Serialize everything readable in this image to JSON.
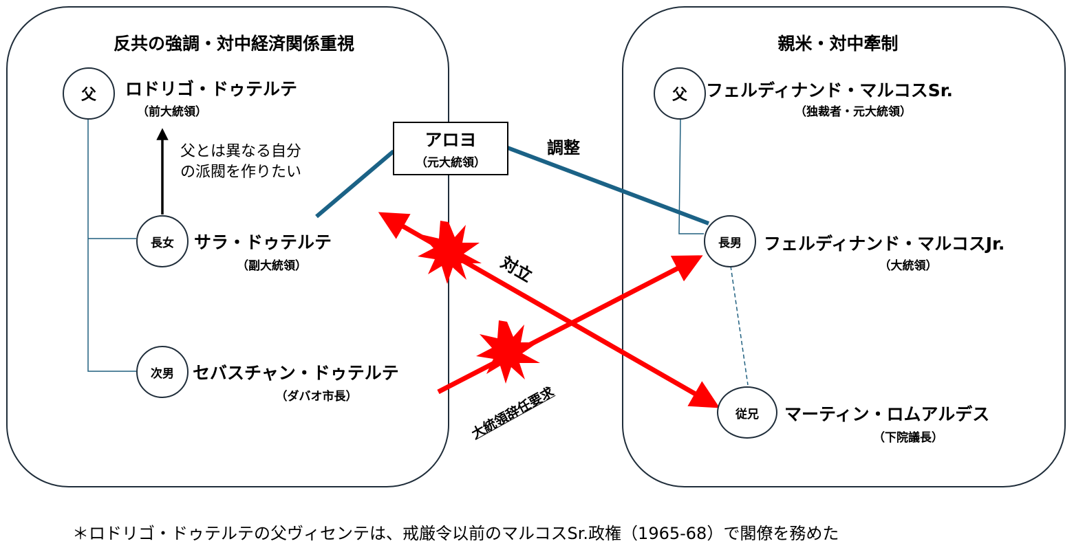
{
  "left_group": {
    "title": "反共の強調・対中経済関係重視",
    "father": {
      "role": "父",
      "name": "ロドリゴ・ドゥテルテ",
      "position": "（前大統領）"
    },
    "daughter": {
      "role": "長女",
      "name": "サラ・ドゥテルテ",
      "position": "（副大統領）"
    },
    "son": {
      "role": "次男",
      "name": "セバスチャン・ドゥテルテ",
      "position": "（ダバオ市長）"
    },
    "note_line1": "父とは異なる自分",
    "note_line2": "の派閥を作りたい"
  },
  "right_group": {
    "title": "親米・対中牽制",
    "father": {
      "role": "父",
      "name": "フェルディナンド・マルコスSr.",
      "position": "（独裁者・元大統領）"
    },
    "son": {
      "role": "長男",
      "name": "フェルディナンド・マルコスJr.",
      "position": "（大統領）"
    },
    "cousin": {
      "role": "従兄",
      "name": "マーティン・ロムアルデス",
      "position": "（下院議長）"
    }
  },
  "arroyo": {
    "name": "アロヨ",
    "position": "（元大統領）"
  },
  "labels": {
    "coordination": "調整",
    "conflict": "対立",
    "resignation_demand": "大統領辞任要求"
  },
  "footnote": "＊ロドリゴ・ドゥテルテの父ヴィセンテは、戒厳令以前のマルコスSr.政権（1965-68）で閣僚を務めた",
  "colors": {
    "blue_line": "#1b6286",
    "red": "#ff0000",
    "border": "#1f2d3a"
  }
}
